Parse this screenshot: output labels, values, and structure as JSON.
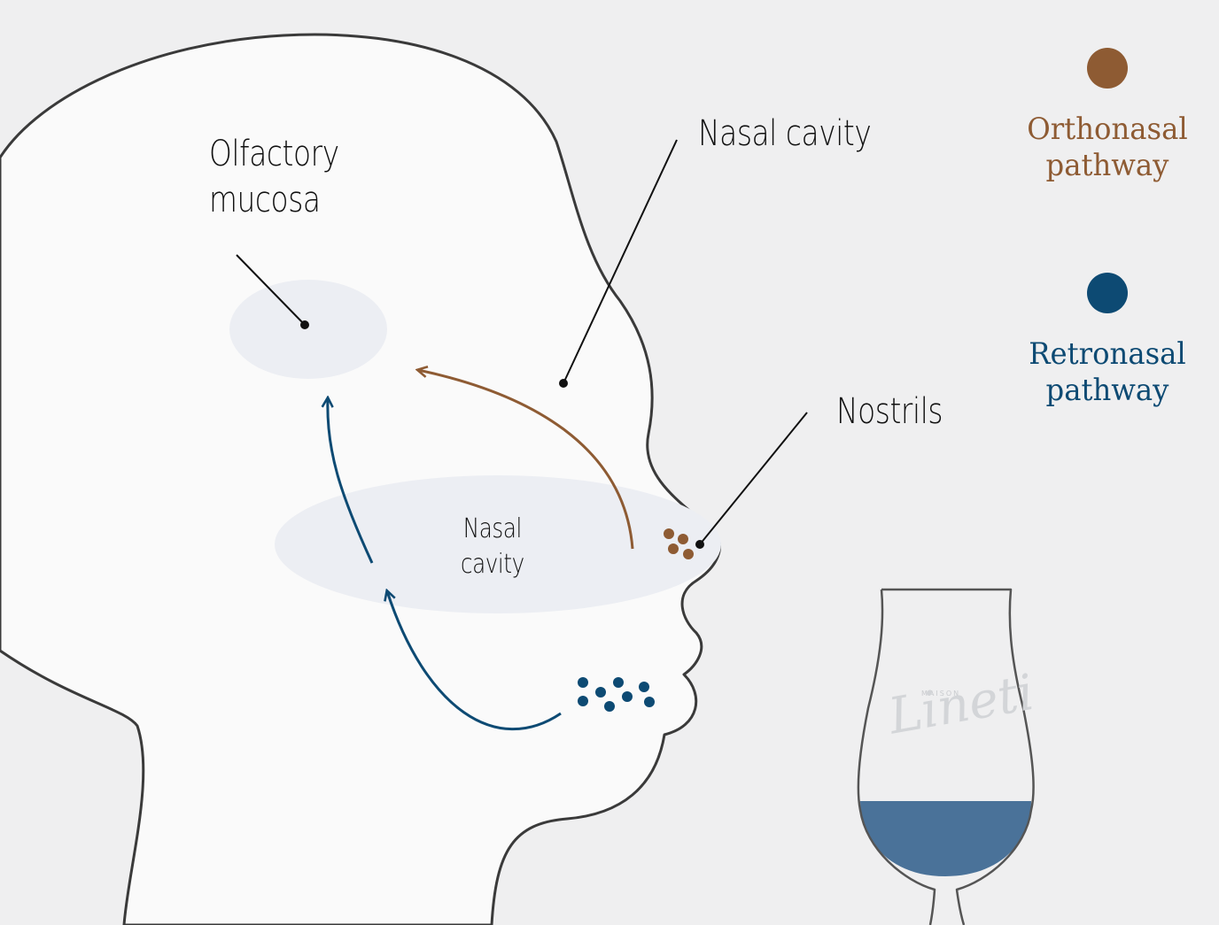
{
  "labels": {
    "olfactory_mucosa": [
      "Olfactory",
      "mucosa"
    ],
    "nasal_cavity_callout": "Nasal cavity",
    "nostrils": "Nostrils",
    "nasal_cavity_inner": [
      "Nasal",
      "cavity"
    ]
  },
  "legend": {
    "orthonasal": {
      "label": [
        "Orthonasal",
        "pathway"
      ],
      "color": "#8e5b33"
    },
    "retronasal": {
      "label": [
        "Retronasal",
        "pathway"
      ],
      "color": "#0d4a73"
    }
  },
  "glass": {
    "brand_small": "MAISON",
    "brand_script": "Lineti",
    "liquid_color": "#4a7299"
  },
  "colors": {
    "background": "#efeff0",
    "head_fill": "#fafafa",
    "outline": "#3a3a3a",
    "region_fill": "#eceef3"
  }
}
